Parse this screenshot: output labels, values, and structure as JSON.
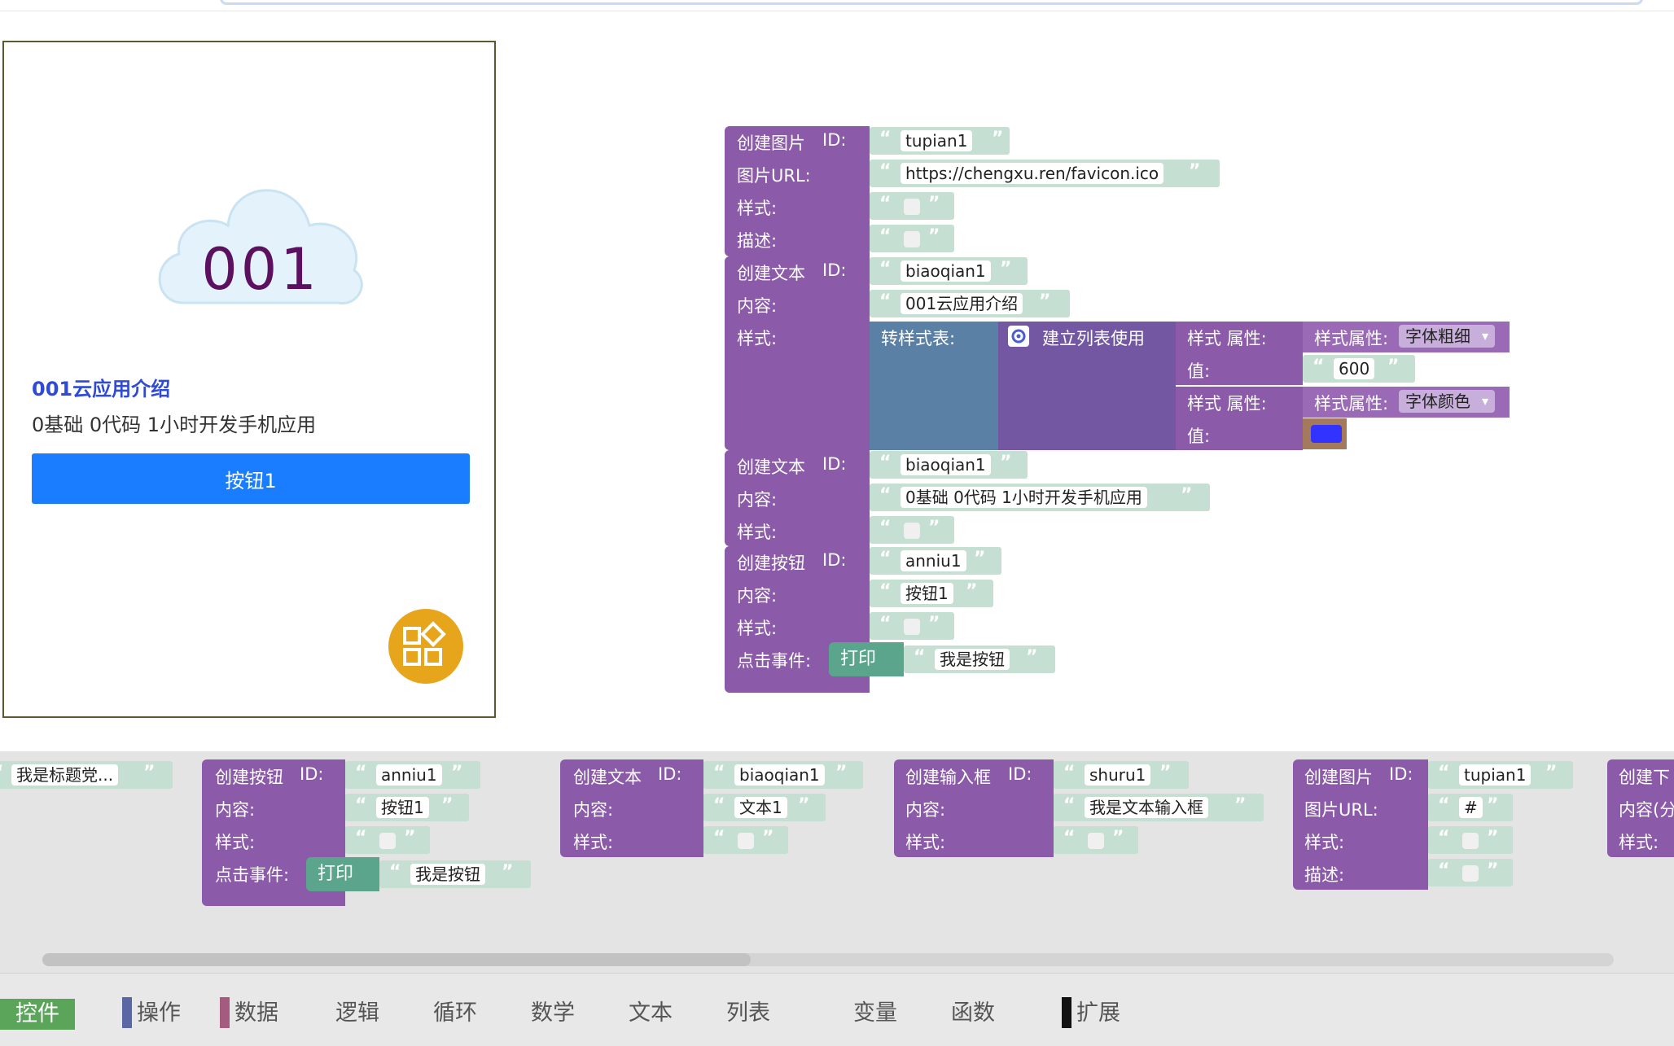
{
  "preview": {
    "logo_text": "001",
    "title": "001云应用介绍",
    "subtitle": "0基础 0代码 1小时开发手机应用",
    "button_label": "按钮1"
  },
  "workspace": {
    "image_block": {
      "header": "创建图片",
      "id_label": "ID:",
      "id_value": "tupian1",
      "url_label": "图片URL:",
      "url_value": "https://chengxu.ren/favicon.ico",
      "style_label": "样式:",
      "desc_label": "描述:"
    },
    "text_block_1": {
      "header": "创建文本",
      "id_label": "ID:",
      "id_value": "biaoqian1",
      "content_label": "内容:",
      "content_value": "001云应用介绍",
      "style_label": "样式:",
      "convert_label": "转样式表:",
      "list_label": "建立列表使用",
      "prop1_label": "样式  属性:",
      "prop1_attr": "样式属性:",
      "prop1_option": "字体粗细",
      "prop1_val_label": "值:",
      "prop1_value": "600",
      "prop2_label": "样式  属性:",
      "prop2_attr": "样式属性:",
      "prop2_option": "字体颜色",
      "prop2_val_label": "值:",
      "prop2_color": "#3333ff"
    },
    "text_block_2": {
      "header": "创建文本",
      "id_label": "ID:",
      "id_value": "biaoqian1",
      "content_label": "内容:",
      "content_value": "0基础 0代码 1小时开发手机应用",
      "style_label": "样式:"
    },
    "button_block": {
      "header": "创建按钮",
      "id_label": "ID:",
      "id_value": "anniu1",
      "content_label": "内容:",
      "content_value": "按钮1",
      "style_label": "样式:",
      "event_label": "点击事件:",
      "print_label": "打印",
      "print_value": "我是按钮"
    }
  },
  "flyout": {
    "partial_text": "我是标题党...",
    "button": {
      "header": "创建按钮",
      "id_label": "ID:",
      "id_value": "anniu1",
      "content_label": "内容:",
      "content_value": "按钮1",
      "style_label": "样式:",
      "event_label": "点击事件:",
      "print_label": "打印",
      "print_value": "我是按钮"
    },
    "text": {
      "header": "创建文本",
      "id_label": "ID:",
      "id_value": "biaoqian1",
      "content_label": "内容:",
      "content_value": "文本1",
      "style_label": "样式:"
    },
    "input": {
      "header": "创建输入框",
      "id_label": "ID:",
      "id_value": "shuru1",
      "content_label": "内容:",
      "content_value": "我是文本输入框",
      "style_label": "样式:"
    },
    "image": {
      "header": "创建图片",
      "id_label": "ID:",
      "id_value": "tupian1",
      "url_label": "图片URL:",
      "url_value": "#",
      "style_label": "样式:",
      "desc_label": "描述:"
    },
    "cut": {
      "header": "创建下",
      "content_label": "内容(分",
      "style_label": "样式:"
    }
  },
  "toolbox": {
    "items": [
      {
        "label": "控件",
        "color": "#5ba55b"
      },
      {
        "label": "操作",
        "color": "#5b67a5"
      },
      {
        "label": "数据",
        "color": "#a55b80"
      },
      {
        "label": "逻辑",
        "color": ""
      },
      {
        "label": "循环",
        "color": ""
      },
      {
        "label": "数学",
        "color": ""
      },
      {
        "label": "文本",
        "color": ""
      },
      {
        "label": "列表",
        "color": ""
      },
      {
        "label": "变量",
        "color": ""
      },
      {
        "label": "函数",
        "color": ""
      },
      {
        "label": "扩展",
        "color": "#111111"
      }
    ]
  }
}
